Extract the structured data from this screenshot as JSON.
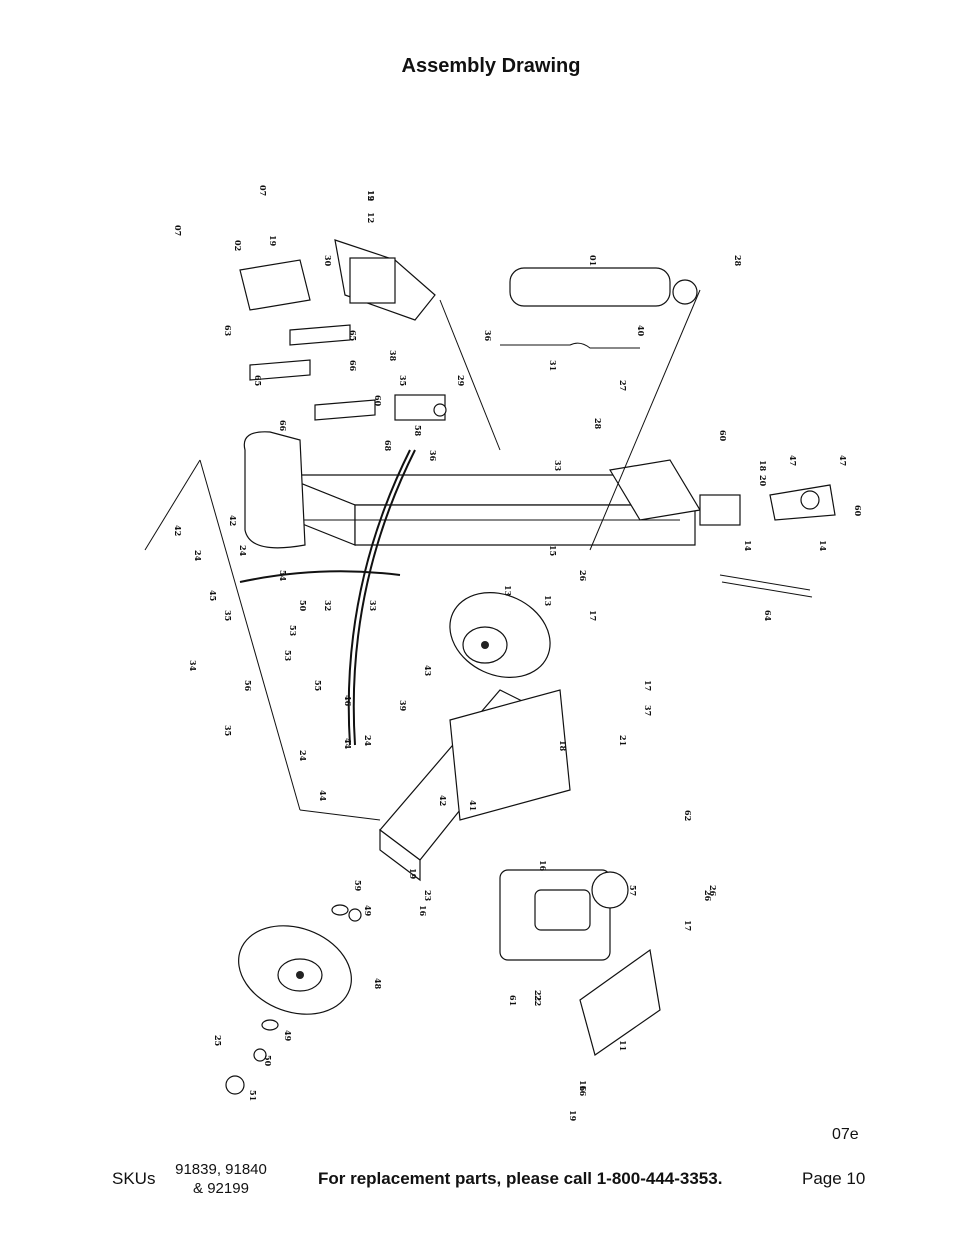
{
  "page": {
    "title": "Assembly Drawing",
    "revision_code": "07e",
    "sku_label": "SKUs",
    "sku_line1": "91839, 91840",
    "sku_line2": "& 92199",
    "replacement_text": "For replacement parts, please call 1-800-444-3353.",
    "page_number": "Page 10"
  },
  "part_labels": [
    "12",
    "12",
    "07",
    "07",
    "30",
    "02",
    "19",
    "63",
    "65",
    "65",
    "66",
    "66",
    "60",
    "36",
    "38",
    "35",
    "68",
    "58",
    "36",
    "31",
    "29",
    "27",
    "01",
    "28",
    "40",
    "28",
    "33",
    "60",
    "18",
    "20",
    "47",
    "47",
    "60",
    "14",
    "14",
    "42",
    "42",
    "24",
    "24",
    "45",
    "54",
    "50",
    "32",
    "33",
    "53",
    "35",
    "34",
    "56",
    "53",
    "55",
    "43",
    "44",
    "39",
    "46",
    "24",
    "24",
    "35",
    "44",
    "13",
    "13",
    "15",
    "26",
    "17",
    "64",
    "17",
    "37",
    "21",
    "18",
    "41",
    "42",
    "62",
    "16",
    "26",
    "22",
    "16",
    "57",
    "26",
    "17",
    "49",
    "59",
    "23",
    "48",
    "49",
    "50",
    "51",
    "25",
    "16",
    "19",
    "19",
    "61",
    "22",
    "11",
    "16",
    "19"
  ]
}
